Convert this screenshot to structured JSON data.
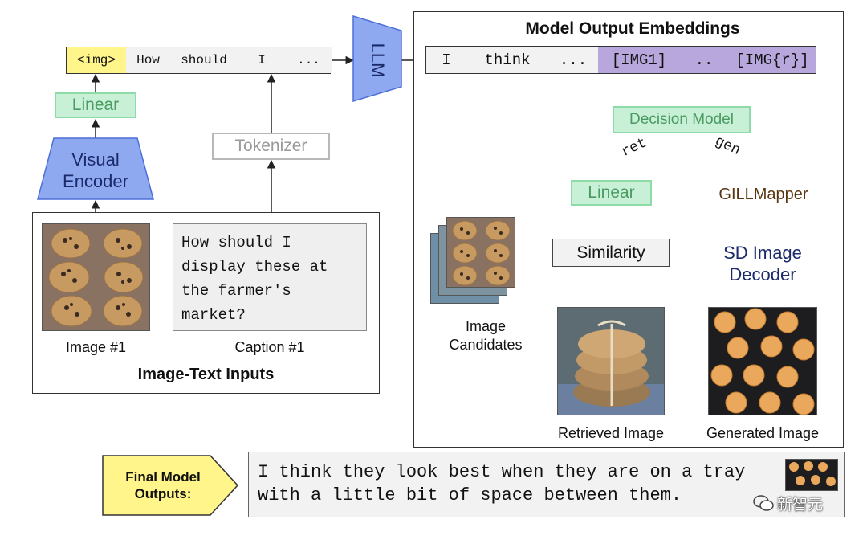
{
  "input_tokens": [
    "<img>",
    "How",
    "should",
    "I",
    "..."
  ],
  "llm_label": "LLM",
  "output_panel": {
    "title": "Model Output Embeddings",
    "tokens": [
      "I",
      "think",
      "...",
      "[IMG1]",
      "..",
      "[IMG{r}]"
    ],
    "decision_model": "Decision Model",
    "branch_ret": "ret",
    "branch_gen": "gen",
    "linear_ret": "Linear",
    "gillmapper": "GILLMapper",
    "similarity": "Similarity",
    "sd_decoder_line1": "SD Image",
    "sd_decoder_line2": "Decoder",
    "candidates_line1": "Image",
    "candidates_line2": "Candidates",
    "retrieved_label": "Retrieved Image",
    "generated_label": "Generated Image"
  },
  "left": {
    "linear": "Linear",
    "visual_encoder_line1": "Visual",
    "visual_encoder_line2": "Encoder",
    "tokenizer": "Tokenizer",
    "caption_text": "How should I display these at the farmer's market?",
    "image_label": "Image #1",
    "caption_label": "Caption #1",
    "inputs_title": "Image-Text Inputs"
  },
  "final": {
    "arrow_label_line1": "Final Model",
    "arrow_label_line2": "Outputs:",
    "text_line1": "I think they look best when they are on a tray",
    "text_line2": "with a little bit of space between them.",
    "watermark": "新智元"
  },
  "colors": {
    "img_token": "#fff58a",
    "token_bg": "#f2f2f2",
    "img_out_token": "#b7a7dc",
    "encoder": "#8fa9f0",
    "gillmapper": "#f0b27a",
    "green_box": "#c7f0d6",
    "final_arrow": "#fff58a",
    "purple_brace": "#6a55b8"
  }
}
